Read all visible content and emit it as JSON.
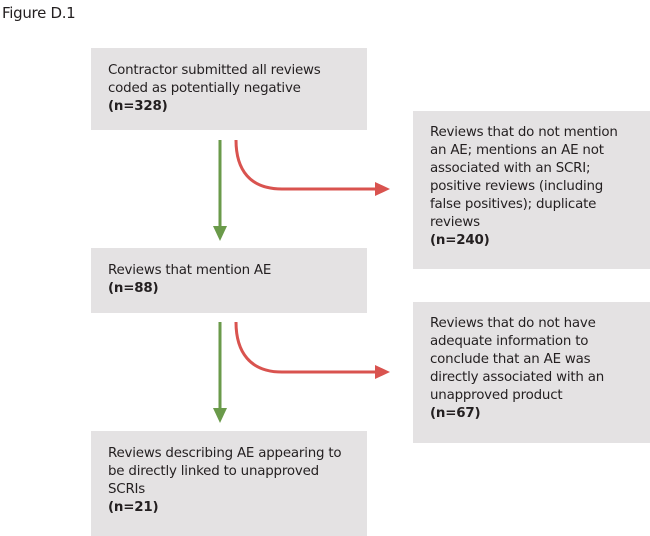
{
  "figure": {
    "title": "Figure D.1"
  },
  "nodes": {
    "submitted": {
      "text": "Contractor submitted all reviews coded as potentially negative",
      "count": "(n=328)"
    },
    "excluded_1": {
      "text": "Reviews that do not mention an AE; mentions an AE not associated with an SCRI; positive reviews (including false positives); duplicate reviews",
      "count": "(n=240)"
    },
    "mention_ae": {
      "text": "Reviews that mention AE",
      "count": "(n=88)"
    },
    "excluded_2": {
      "text": "Reviews that do not have adequate information to conclude that an AE was directly associated with an unapproved product",
      "count": "(n=67)"
    },
    "linked": {
      "text": "Reviews describing AE appearing to be directly linked to unapproved SCRIs",
      "count": "(n=21)"
    }
  },
  "edges": [
    {
      "from": "submitted",
      "to": "mention_ae",
      "type": "included"
    },
    {
      "from": "submitted",
      "to": "excluded_1",
      "type": "excluded"
    },
    {
      "from": "mention_ae",
      "to": "linked",
      "type": "included"
    },
    {
      "from": "mention_ae",
      "to": "excluded_2",
      "type": "excluded"
    }
  ],
  "colors": {
    "box_fill": "#e4e2e3",
    "included_arrow": "#6a9a4a",
    "excluded_arrow": "#d9534f",
    "text": "#231f20"
  }
}
